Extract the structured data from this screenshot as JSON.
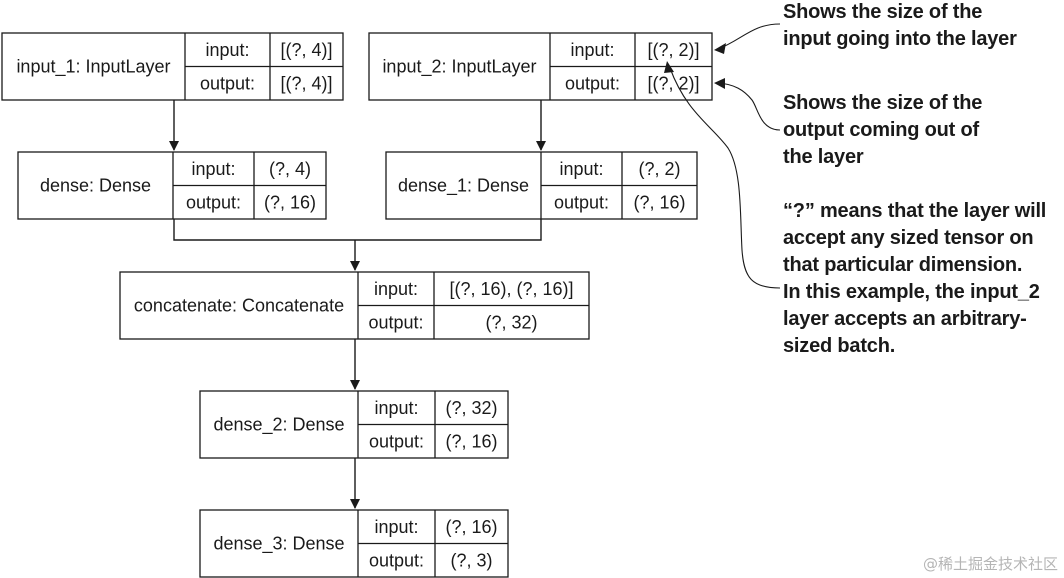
{
  "layers": [
    {
      "id": "input_1",
      "name": "input_1: InputLayer",
      "input": "[(?, 4)]",
      "output": "[(?, 4)]"
    },
    {
      "id": "input_2",
      "name": "input_2: InputLayer",
      "input": "[(?, 2)]",
      "output": "[(?, 2)]"
    },
    {
      "id": "dense",
      "name": "dense: Dense",
      "input": "(?, 4)",
      "output": "(?, 16)"
    },
    {
      "id": "dense_1",
      "name": "dense_1: Dense",
      "input": "(?, 2)",
      "output": "(?, 16)"
    },
    {
      "id": "concatenate",
      "name": "concatenate: Concatenate",
      "input": "[(?, 16), (?, 16)]",
      "output": "(?, 32)"
    },
    {
      "id": "dense_2",
      "name": "dense_2: Dense",
      "input": "(?, 32)",
      "output": "(?, 16)"
    },
    {
      "id": "dense_3",
      "name": "dense_3: Dense",
      "input": "(?, 16)",
      "output": "(?, 3)"
    }
  ],
  "labels": {
    "input": "input:",
    "output": "output:"
  },
  "edges": [
    {
      "from": "input_1",
      "to": "dense"
    },
    {
      "from": "input_2",
      "to": "dense_1"
    },
    {
      "from": "dense",
      "to": "concatenate"
    },
    {
      "from": "dense_1",
      "to": "concatenate"
    },
    {
      "from": "concatenate",
      "to": "dense_2"
    },
    {
      "from": "dense_2",
      "to": "dense_3"
    }
  ],
  "annotations": {
    "input_size": [
      "Shows the size of the",
      "input going into the layer"
    ],
    "output_size": [
      "Shows the size of the",
      "output coming out of",
      "the layer"
    ],
    "question_mark": [
      "“?” means that the layer will",
      "accept any sized tensor on",
      "that particular dimension.",
      "In this example, the input_2",
      "layer accepts an arbitrary-",
      "sized batch."
    ]
  },
  "watermark": "@稀土掘金技术社区"
}
